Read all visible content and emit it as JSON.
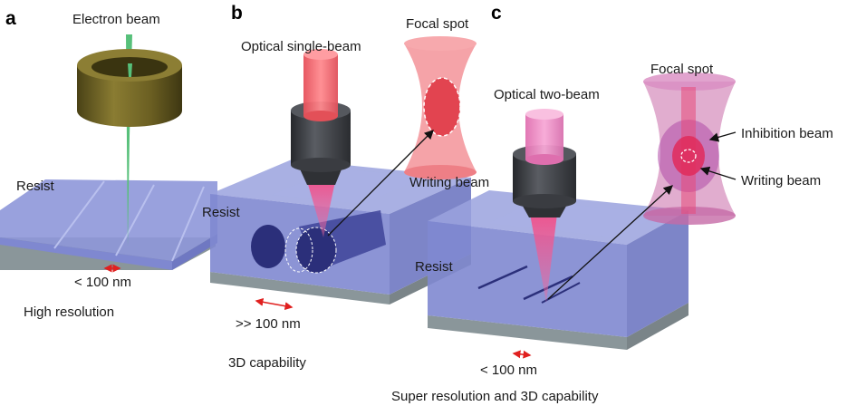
{
  "colors": {
    "resist_top": "#8e97d9",
    "resist_front": "#7f88d0",
    "resist_side": "#6f78c2",
    "substrate": "#8a969a",
    "electron_beam": "#57c07a",
    "lens_ring": "#6b5f22",
    "objective_body": "#3d3f44",
    "optical_beam": "#f06a72",
    "writing_beam": "#ec4b8c",
    "inhibition_beam": "#b04aa8",
    "focal_spot": "#f28c92",
    "written_feature": "#2b2f7a",
    "scale_arrow": "#e0201f"
  },
  "panels": {
    "a": {
      "letter": "a",
      "beam_label": "Electron beam",
      "resist_label": "Resist",
      "scale_label": "< 100 nm",
      "caption": "High resolution"
    },
    "b": {
      "letter": "b",
      "beam_label": "Optical single-beam",
      "focal_label": "Focal spot",
      "writing_label": "Writing beam",
      "resist_label": "Resist",
      "scale_label": ">> 100 nm",
      "caption": "3D capability"
    },
    "c": {
      "letter": "c",
      "beam_label": "Optical two-beam",
      "focal_label": "Focal spot",
      "inhibition_label": "Inhibition beam",
      "writing_label": "Writing beam",
      "resist_label": "Resist",
      "scale_label": "< 100 nm",
      "caption": "Super resolution and 3D capability"
    }
  }
}
